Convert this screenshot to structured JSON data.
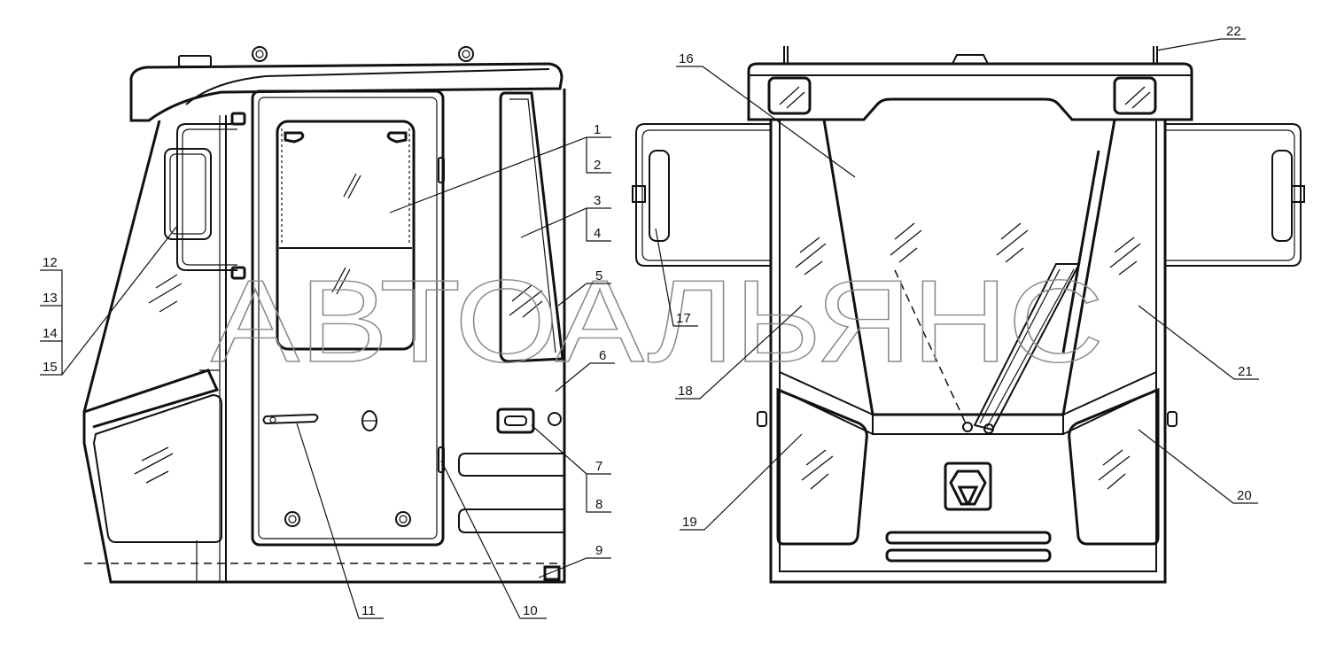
{
  "watermark": "АВТОАЛЬЯНС",
  "callouts": [
    "1",
    "2",
    "3",
    "4",
    "5",
    "6",
    "7",
    "8",
    "9",
    "10",
    "11",
    "12",
    "13",
    "14",
    "15",
    "16",
    "17",
    "18",
    "19",
    "20",
    "21",
    "22"
  ]
}
